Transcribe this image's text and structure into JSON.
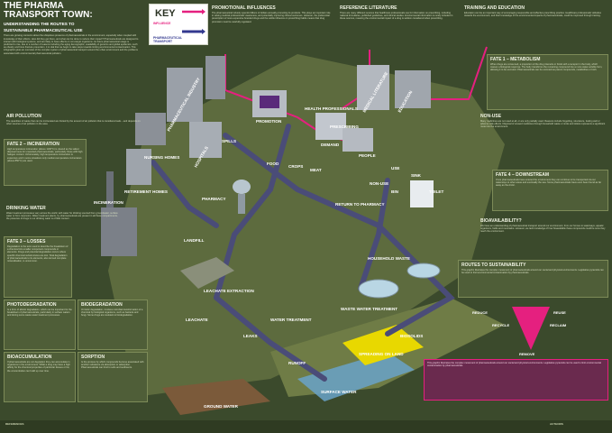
{
  "title": {
    "line1": "THE PHARMA",
    "line2": "TRANSPORT TOWN:",
    "subtitle1": "UNDERSTANDING THE ROUTES TO",
    "subtitle2": "SUSTAINABLE PHARMACEUTICAL USE",
    "intro": "There are growing concerns about the ubiquitous presence of pharmaceuticals in the environment, especially when coupled with knowledge of their effects. How did they get there, and what can be done to reduce their impact? Pharmaceuticals are designed to interact with biological systems, and are likely to have effects on non-target organisms. As future pharmaceutical usage is predicted to rise, due to a number of reasons including the aging demographic, availability of generics and global epidemics, such as obesity and bone fracture prevention, it is vital that we begin to take steps towards limiting environmental contamination. This infographic gives an overview of the complex system of pharmaceutical transport around the urban environment and the problems associated with environmental pharmaceutical pollution."
  },
  "key": {
    "title": "KEY",
    "influence": "INFLUENCE",
    "transport": "PHARMACEUTICAL TRANSPORT",
    "influence_color": "#e5207f",
    "transport_color": "#33398f"
  },
  "sections": {
    "promotional": {
      "heading": "PROMOTIONAL INFLUENCES",
      "text": "The pharmaceutical industry spends billions of dollars annually promoting its products. This plays an important role in raising medical professionals' awareness, and potentially improving clinical outcomes. However, the preferential prescription of more expensive branded drugs and the subtle influence on prescribing habits means that drug promotion must be carefully regulated."
    },
    "literature": {
      "heading": "REFERENCE LITERATURE",
      "text": "There are many different sources that healthcare professionals use for information on prescribing, including national formularies, published guidelines, and clinical studies. Environmental information is rarely included in these sources, meaning the environmental impact of a drug is seldom considered when prescribing."
    },
    "training": {
      "heading": "TRAINING AND EDUCATION",
      "text": "Education can be an important way of encouraging responsible and effective prescribing practice. Healthcare professionals' attitudes towards the environment, and their knowledge of the environmental impacts of pharmaceuticals, could be improved through training."
    },
    "air": {
      "heading": "AIR POLLUTION",
      "text": "The quantities of waste that can be incinerated are limited by the amount of air pollution that is considered safe – and depends on other sources of air pollution in the area."
    },
    "fate2": {
      "heading": "FATE 2 – INCINERATION",
      "text": "High temperature incineration (above 1100°C) is viewed as the safest disposal route for unwanted pharmaceuticals, particularly those with high halogen content. Unfortunately, high temperature incineration is expensive and in some situations only medium-temperature incinerators (above 850°C) are used."
    },
    "drinking": {
      "heading": "DRINKING WATER",
      "text": "Water treatment processes vary across the world, with water for drinking sourced from groundwater, surface water or from reservoirs. Water treatment plants, by pharmaceuticals are present in all these compartments, the presence of drugs in our drinking water is of little concern."
    },
    "fate3": {
      "heading": "FATE 3 – LOSSES",
      "text": "Degradation is the term used to describe the breakdown of a chemical into smaller component compounds or elements. Drugs and potential degradation occurs where specific chemical substructures are lost. Total degradation of pharmaceuticals to its elements, also termed complete mineralisation, is uncommon."
    },
    "photo": {
      "heading": "PHOTODEGRADATION",
      "text": "Is a form of abiotic degradation, which can be important for the breakdown of pharmaceuticals, particularly in surface waters and during some waste water treatment processes."
    },
    "biodeg": {
      "heading": "BIODEGRADATION",
      "text": "Or biotic degradation, involves microbial transformation of a chemical by biological organisms, such as bacteria and fungi. Some drugs are resistant to biodegradation."
    },
    "bioacc": {
      "heading": "BIOACCUMULATION",
      "text": "If pharmaceuticals are not degraded, they can accumulate in organisms in the environment. While a drug may have a high affinity for the chemical properties of particular tissues or fat, the concentration can build up over time."
    },
    "sorption": {
      "heading": "SORPTION",
      "text": "Is the process by which compounds become associated with another substance via absorption or adsorption. Pharmaceuticals can bind to soils and sediments."
    },
    "fate1": {
      "heading": "FATE 1 – METABOLISM",
      "text": "When drugs are consumed, a proportion of the drug interacts or binds with a receptor in the body, which causes a biological response. The body transforms the remaining compound into a more water-soluble form, allowing it to be excreted. Pharmaceuticals can be excreted as parent compounds, metabolites or both."
    },
    "nonuse": {
      "heading": "NON-USE",
      "text": "Many medicines are not used at all, or are only partially used. Reasons include forgetting, reluctance, feeling well or adverse side effects. Disposal of unused medicines through household waste or sinks and toilets represents a significant route into the environment."
    },
    "fate4": {
      "heading": "FATE 4 – DOWNSTREAM",
      "text": "Once pharmaceuticals have entered the environment they can continue to be transported via our waterways to other areas and eventually the sea. Some pharmaceuticals have even been found as far away as the Arctic."
    },
    "bioavail": {
      "heading": "BIOAVAILABILITY?",
      "text": "We have an understanding of pharmaceutical transport around our environment, from our homes to waterways, aquatic organisms, fields and mountains. However, we lack knowledge of how bioavailable these compounds could be once they reach the environment."
    },
    "routes": {
      "heading": "ROUTES TO SUSTAINABILITY",
      "text": "This graphic illustrates the complex movement of pharmaceuticals around our social and physical environments. Legislative pyramids can be used to limit environmental contamination by pharmaceuticals."
    },
    "pyramid": {
      "reduce": "REDUCE",
      "reuse": "REUSE",
      "recycle": "RECYCLE",
      "reclaim": "RECLAIM",
      "remove": "REMOVE"
    }
  },
  "labels": {
    "pharma_industry": "PHARMACEUTICAL INDUSTRY",
    "promotion": "PROMOTION",
    "hospitals": "HOSPITALS",
    "pharmacy": "PHARMACY",
    "nursing": "NURSING HOMES",
    "retirement": "RETIREMENT HOMES",
    "medical_lit": "MEDICAL LITERATURE",
    "education": "EDUCATION",
    "prescribing": "PRESCRIBING",
    "demand": "DEMAND",
    "health_professionals": "HEALTH PROFESSIONALS",
    "people": "PEOPLE",
    "spills": "SPILLS",
    "food": "FOOD",
    "crops": "CROPS",
    "meat": "MEAT",
    "use": "USE",
    "non_use": "NON-USE",
    "returns": "RETURN TO PHARMACY",
    "bin": "BIN",
    "sink": "SINK",
    "toilet": "TOILET",
    "incineration": "INCINERATION",
    "landfill": "LANDFILL",
    "wwt": "WASTE WATER TREATMENT",
    "household": "HOUSEHOLD WASTE",
    "leachate": "LEACHATE EXTRACTION",
    "leaks": "LEAKS",
    "leachate2": "LEACHATE",
    "spreading": "SPREADING ON LAND",
    "biosolids": "BIOSOLIDS",
    "water_treatment": "WATER TREATMENT",
    "ground_water": "GROUND WATER",
    "surface_water": "SURFACE WATER",
    "runoff": "RUNOFF"
  },
  "footer": {
    "references": "REFERENCES",
    "authors": "AUTHORS"
  }
}
